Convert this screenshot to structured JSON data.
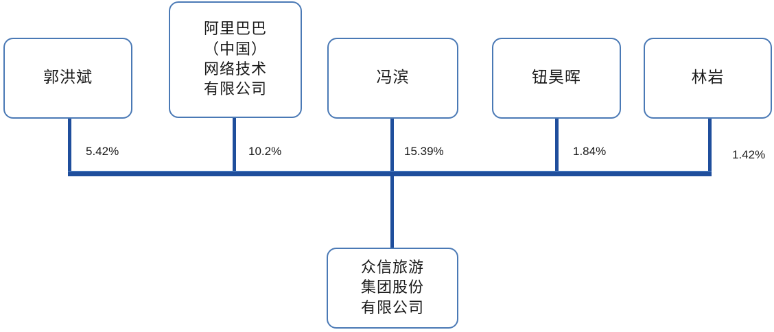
{
  "diagram": {
    "type": "ownership-structure-chart",
    "orientation": "shareholders-above-subject-below",
    "accent_color": "#1f4e9c",
    "box_border_color": "#4a79b5",
    "background_color": "#ffffff"
  },
  "shareholders": [
    {
      "id": "guohongbin",
      "name": "郭洪斌",
      "stake": "5.42%"
    },
    {
      "id": "alibaba",
      "name": "阿里巴巴\n（中国）\n网络技术\n有限公司",
      "stake": "10.2%"
    },
    {
      "id": "fengbin",
      "name": "冯滨",
      "stake": "15.39%"
    },
    {
      "id": "niuhaohui",
      "name": "钮昊晖",
      "stake": "1.84%"
    },
    {
      "id": "linyan",
      "name": "林岩",
      "stake": "1.42%"
    }
  ],
  "subject": {
    "id": "zhongxin",
    "name": "众信旅游\n集团股份\n有限公司"
  }
}
